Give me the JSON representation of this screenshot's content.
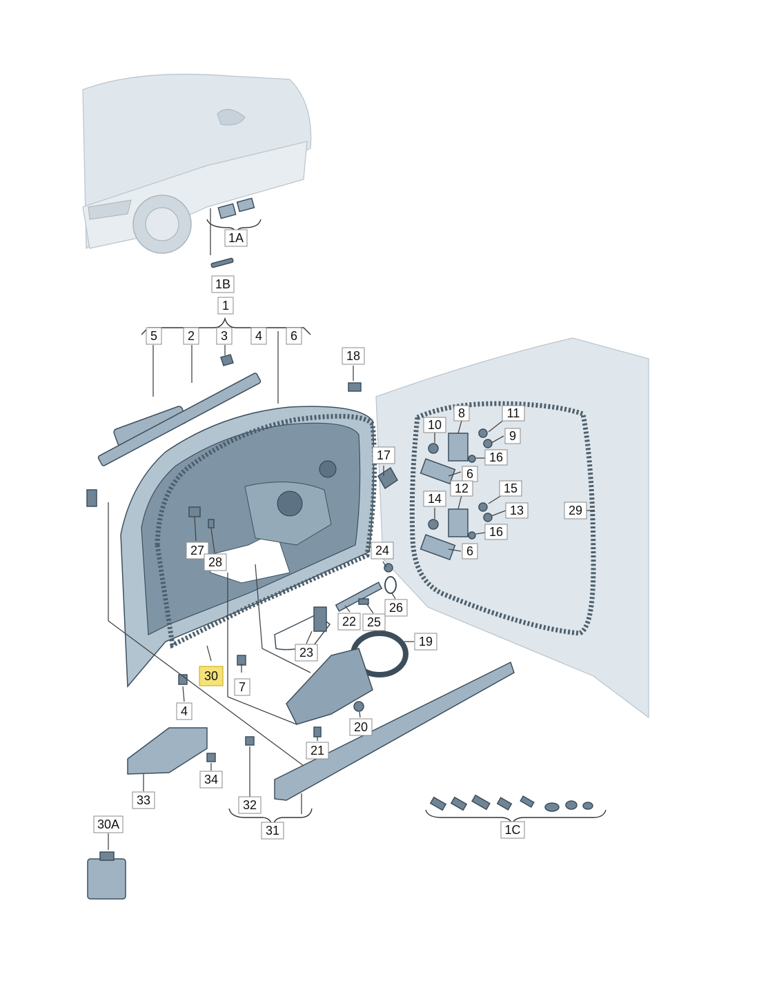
{
  "labels": {
    "l1A": "1A",
    "l1B": "1B",
    "l1": "1",
    "l5": "5",
    "l2": "2",
    "l3": "3",
    "l4a": "4",
    "l6a": "6",
    "l18": "18",
    "l17": "17",
    "l8": "8",
    "l11": "11",
    "l10": "10",
    "l9": "9",
    "l16a": "16",
    "l6b": "6",
    "l12": "12",
    "l15": "15",
    "l14": "14",
    "l13": "13",
    "l16b": "16",
    "l6c": "6",
    "l29": "29",
    "l27": "27",
    "l28": "28",
    "l24": "24",
    "l26": "26",
    "l22": "22",
    "l25": "25",
    "l19": "19",
    "l23": "23",
    "l30": "30",
    "l7": "7",
    "l4b": "4",
    "l20": "20",
    "l21": "21",
    "l34": "34",
    "l33": "33",
    "l32": "32",
    "l31": "31",
    "l1C": "1C",
    "l30A": "30A"
  },
  "highlight_label": "30",
  "colors": {
    "highlight": "#f5e27a",
    "part": "#9fb3c3",
    "ghost": "#dfe6ec"
  }
}
